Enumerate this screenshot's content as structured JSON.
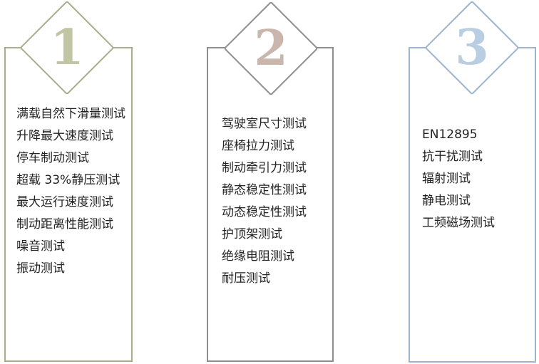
{
  "columns": [
    {
      "number": "1",
      "border_color": "#a9ad8c",
      "number_color": "#c2c5a2",
      "items": [
        "满载自然下滑量测试",
        "升降最大速度测试",
        "停车制动测试",
        "超载 33%静压测试",
        "最大运行速度测试",
        "制动距离性能测试",
        "噪音测试",
        "振动测试"
      ]
    },
    {
      "number": "2",
      "border_color": "#8e8e8e",
      "number_color": "#c9b6ac",
      "items": [
        "驾驶室尺寸测试",
        "座椅拉力测试",
        "制动牵引力测试",
        "静态稳定性测试",
        "动态稳定性测试",
        "护顶架测试",
        "绝缘电阻测试",
        "耐压测试"
      ]
    },
    {
      "number": "3",
      "border_color": "#9db4cf",
      "number_color": "#b9cde3",
      "items": [
        "EN12895",
        "抗干扰测试",
        "辐射测试",
        "静电测试",
        "工频磁场测试"
      ]
    }
  ]
}
